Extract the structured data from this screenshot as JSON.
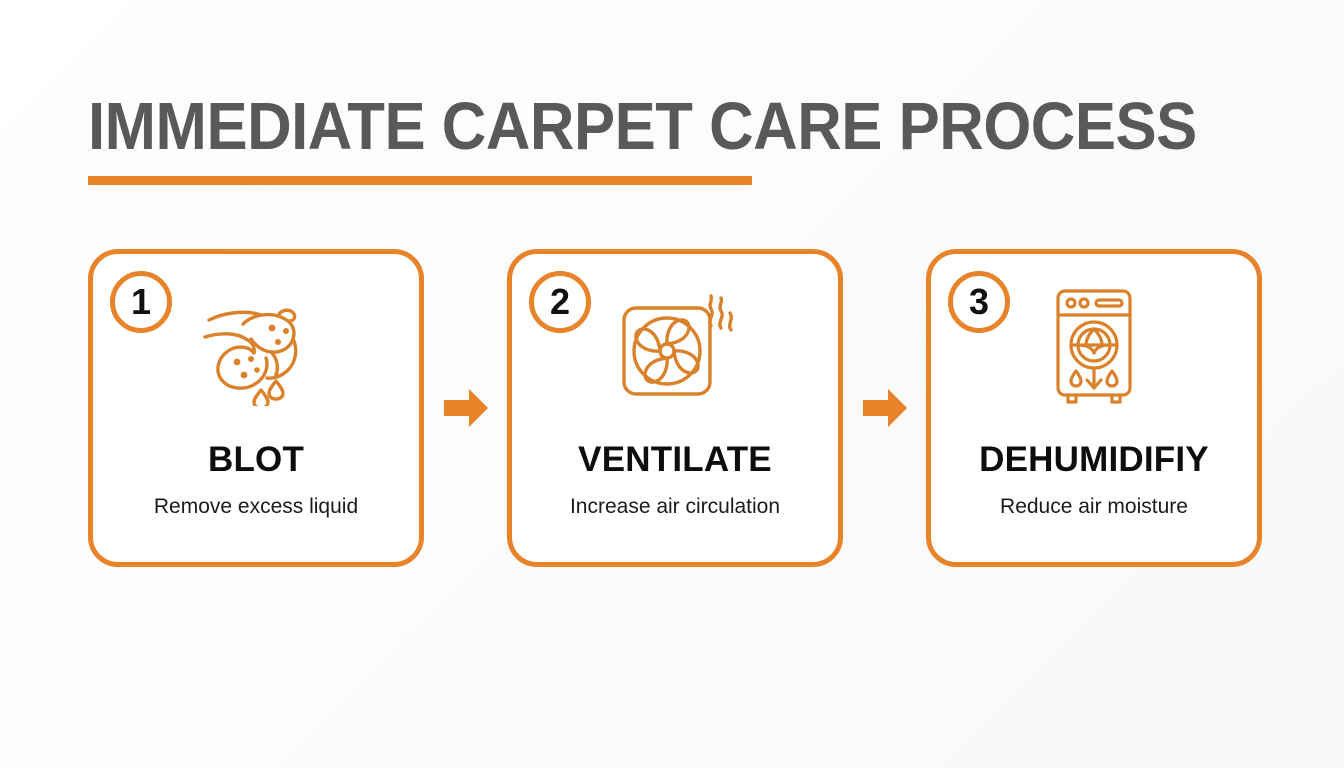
{
  "header": {
    "title": "IMMEDIATE CARPET CARE PROCESS",
    "accent_color": "#e8832a",
    "title_color": "#58595b"
  },
  "theme": {
    "background": "#fdfdfd",
    "card_background": "#ffffff",
    "orange": "#e8832a",
    "text_dark": "#0d0d0d"
  },
  "steps": [
    {
      "number": "1",
      "title": "BLOT",
      "subtitle": "Remove excess liquid",
      "icon": "hand-blotting-cloth-icon"
    },
    {
      "number": "2",
      "title": "VENTILATE",
      "subtitle": "Increase air circulation",
      "icon": "boxed-fan-airflow-icon"
    },
    {
      "number": "3",
      "title": "DEHUMIDIFIY",
      "subtitle": "Reduce air moisture",
      "icon": "dehumidifier-unit-icon"
    }
  ],
  "connectors": [
    {
      "icon": "right-arrow-icon"
    },
    {
      "icon": "right-arrow-icon"
    }
  ]
}
